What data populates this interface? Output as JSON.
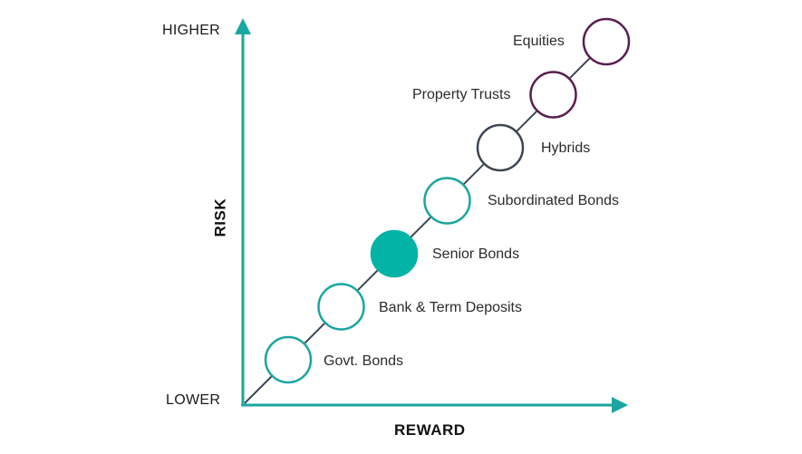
{
  "axes": {
    "y_title": "RISK",
    "x_title": "REWARD",
    "y_high": "HIGHER",
    "y_low": "LOWER",
    "axis_color": "#1aa6a1",
    "trend_line_color": "#3c4652"
  },
  "assets": [
    {
      "label": "Govt. Bonds",
      "stroke": "#1aa6a1",
      "fill": "none"
    },
    {
      "label": "Bank & Term Deposits",
      "stroke": "#1aa6a1",
      "fill": "none"
    },
    {
      "label": "Senior Bonds",
      "stroke": "#02b3a6",
      "fill": "#02b3a6"
    },
    {
      "label": "Subordinated Bonds",
      "stroke": "#1aa6a1",
      "fill": "none"
    },
    {
      "label": "Hybrids",
      "stroke": "#3c4652",
      "fill": "none"
    },
    {
      "label": "Property Trusts",
      "stroke": "#5a1e4f",
      "fill": "none"
    },
    {
      "label": "Equities",
      "stroke": "#5a1e4f",
      "fill": "none"
    }
  ]
}
